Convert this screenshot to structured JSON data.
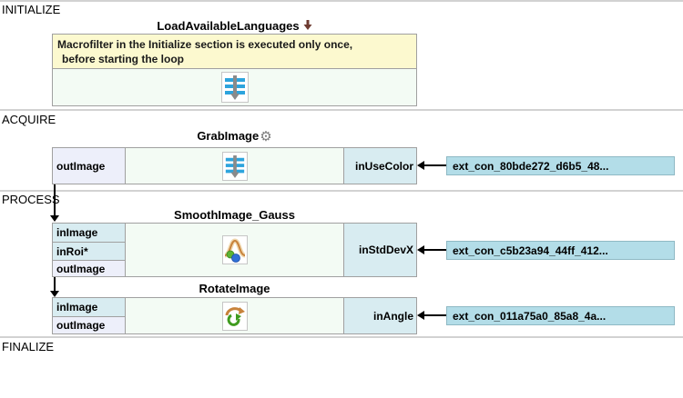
{
  "sections": {
    "initialize": "INITIALIZE",
    "acquire": "ACQUIRE",
    "process": "PROCESS",
    "finalize": "FINALIZE"
  },
  "initialize_block": {
    "title": "LoadAvailableLanguages",
    "title_icon": "macrofilter-down-arrow-icon",
    "comment": {
      "line1": "Macrofilter in the Initialize section is executed only once,",
      "line2": "before starting the loop"
    },
    "body_icon": "macrofilter-step-icon"
  },
  "grab_image": {
    "title": "GrabImage",
    "title_icon": "gear-icon",
    "gear_glyph": "⚙",
    "left_ports": [
      "outImage"
    ],
    "right_port": "inUseColor",
    "ext_connector": "ext_con_80bde272_d6b5_48...",
    "body_icon": "macrofilter-step-icon"
  },
  "smooth_image": {
    "title": "SmoothImage_Gauss",
    "left_ports": [
      "inImage",
      "inRoi*",
      "outImage"
    ],
    "right_port": "inStdDevX",
    "ext_connector": "ext_con_c5b23a94_44ff_412...",
    "body_icon": "gauss-smooth-icon"
  },
  "rotate_image": {
    "title": "RotateImage",
    "left_ports": [
      "inImage",
      "outImage"
    ],
    "right_port": "inAngle",
    "ext_connector": "ext_con_011a75a0_85a8_4a...",
    "body_icon": "rotate-icon"
  },
  "colors": {
    "input_port_bg": "#d8ecf1",
    "output_port_bg": "#edeffa",
    "block_body_bg": "#f3fbf4",
    "comment_bg": "#fcf9cf",
    "ext_connector_bg": "#b3dde8",
    "block_border": "#a0a0a0",
    "section_line": "#d2d2d2",
    "step_icon_blue": "#2da4dd",
    "step_icon_gray": "#8a8a8a",
    "title_arrow_maroon": "#6e3b31",
    "gear_gray": "#7a7a7a",
    "connection_black": "#000000"
  }
}
